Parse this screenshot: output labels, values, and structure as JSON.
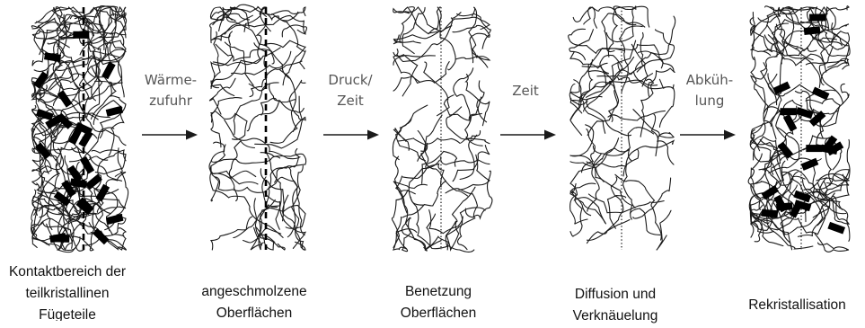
{
  "stages": [
    {
      "id": "s1",
      "label_lines": [
        "Kontaktbereich der",
        "teilkristallinen",
        "Fügeteile"
      ],
      "interface_line": "dashed-thick",
      "crystallites": "many"
    },
    {
      "id": "s2",
      "label_lines": [
        "angeschmolzene",
        "Oberflächen"
      ],
      "interface_line": "dashed-thick",
      "crystallites": "none"
    },
    {
      "id": "s3",
      "label_lines": [
        "Benetzung",
        "Oberflächen"
      ],
      "interface_line": "dotted",
      "crystallites": "none"
    },
    {
      "id": "s4",
      "label_lines": [
        "Diffusion und",
        "Verknäuelung"
      ],
      "interface_line": "dotted",
      "crystallites": "none"
    },
    {
      "id": "s5",
      "label_lines": [
        "Rekristallisation"
      ],
      "interface_line": "dotted",
      "crystallites": "many"
    }
  ],
  "transitions": [
    {
      "label_lines": [
        "Wärme-",
        "zufuhr"
      ]
    },
    {
      "label_lines": [
        "Druck/",
        "Zeit"
      ]
    },
    {
      "label_lines": [
        "Zeit"
      ]
    },
    {
      "label_lines": [
        "Abküh-",
        "lung"
      ]
    }
  ],
  "colors": {
    "stroke": "#1a1a1a",
    "crystal": "#000000",
    "arrow_label": "#555555",
    "text": "#111111"
  }
}
